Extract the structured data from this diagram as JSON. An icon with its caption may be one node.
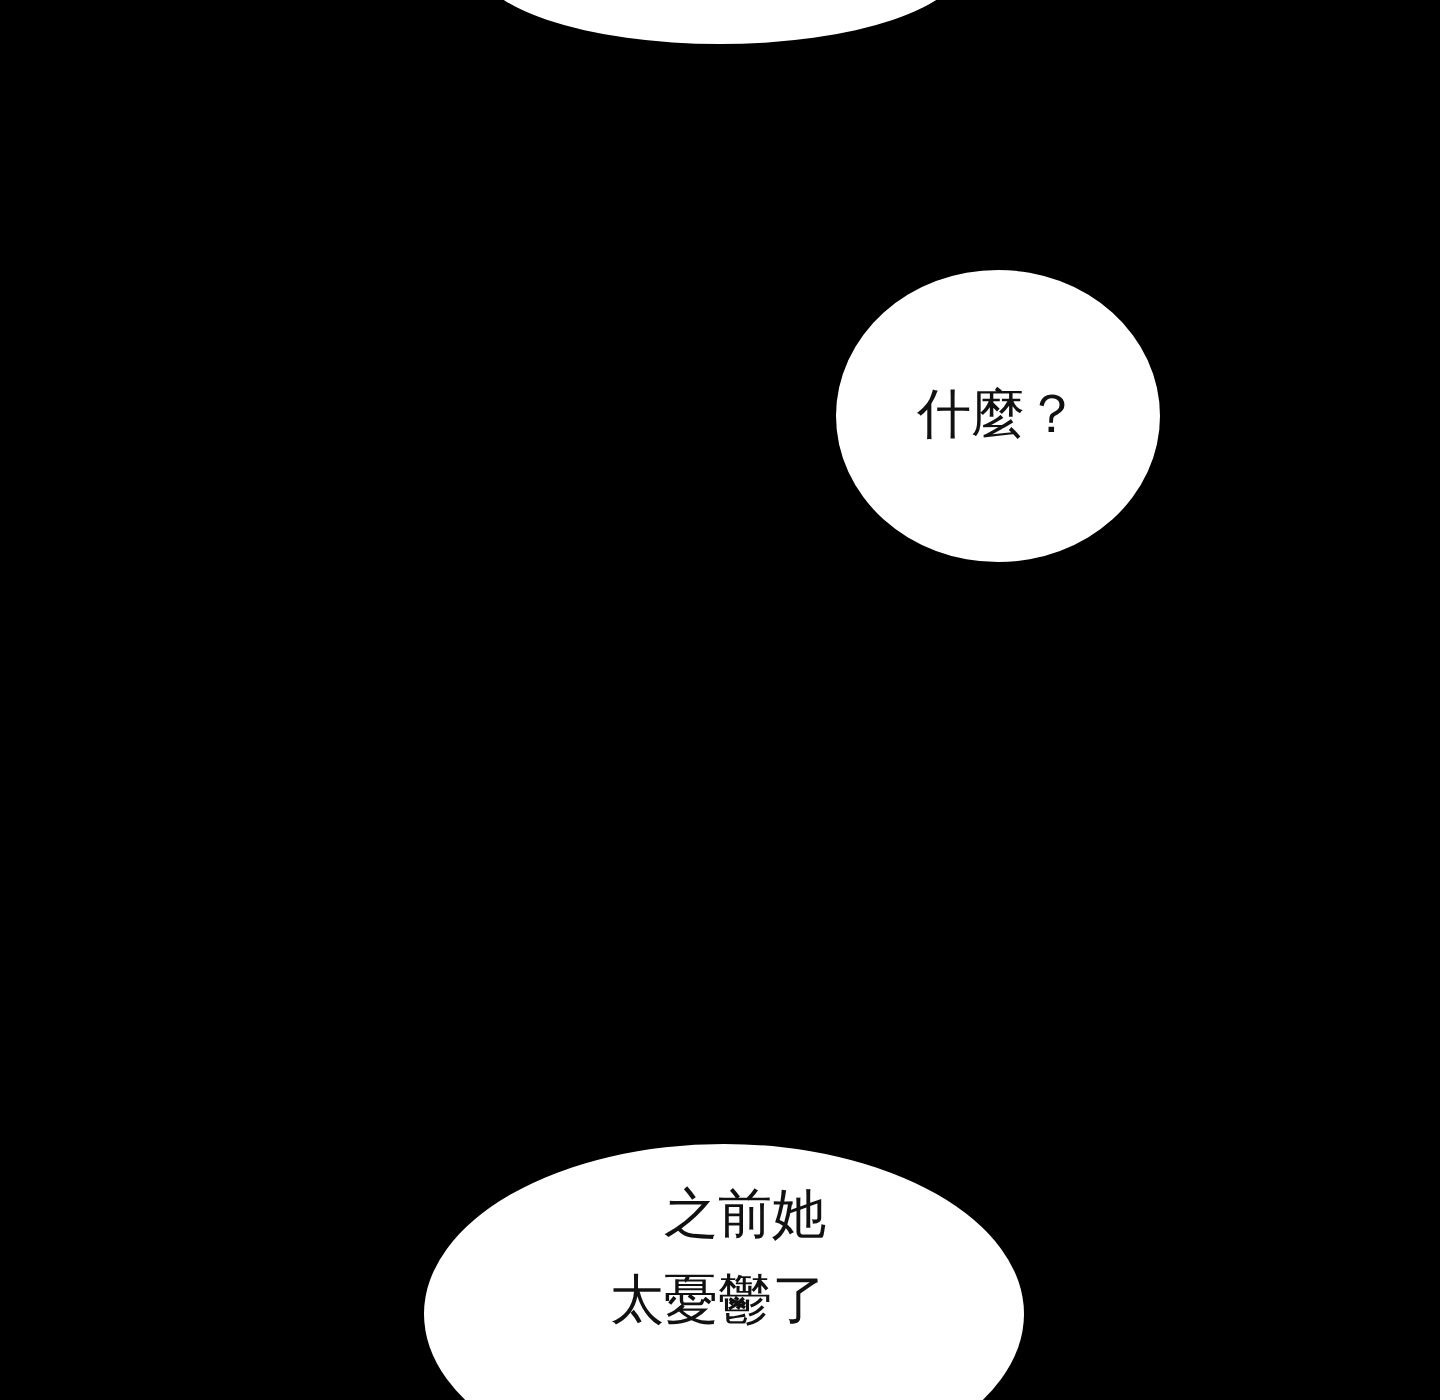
{
  "diagram": {
    "nodes": [
      {
        "text": [],
        "shape": "ellipse"
      },
      {
        "text": [
          "什麼？"
        ]
      },
      {
        "text": [
          "之前她太憂鬱了"
        ]
      }
    ]
  }
}
